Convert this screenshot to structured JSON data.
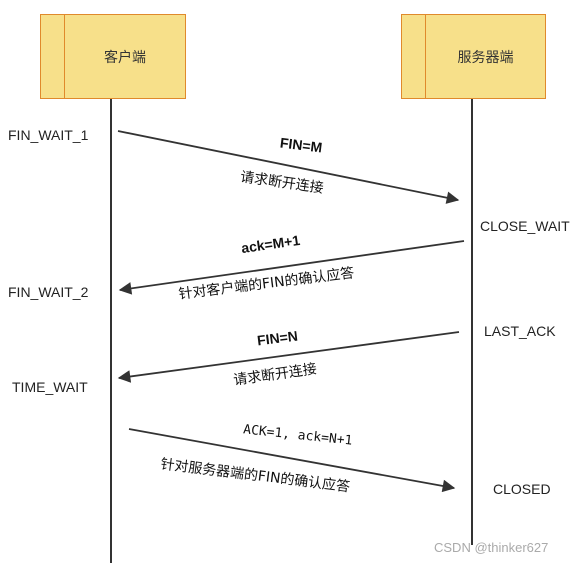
{
  "actors": {
    "client": "客户端",
    "server": "服务器端"
  },
  "states": {
    "fin_wait_1": "FIN_WAIT_1",
    "close_wait": "CLOSE_WAIT",
    "fin_wait_2": "FIN_WAIT_2",
    "last_ack": "LAST_ACK",
    "time_wait": "TIME_WAIT",
    "closed": "CLOSED"
  },
  "messages": [
    {
      "direction": "client-to-server",
      "signal": "FIN=M",
      "note": "请求断开连接"
    },
    {
      "direction": "server-to-client",
      "signal": "ack=M+1",
      "note": "针对客户端的FIN的确认应答"
    },
    {
      "direction": "server-to-client",
      "signal": "FIN=N",
      "note": "请求断开连接"
    },
    {
      "direction": "client-to-server",
      "signal": "ACK=1, ack=N+1",
      "note": "针对服务器端的FIN的确认应答"
    }
  ],
  "watermark": "CSDN @thinker627",
  "colors": {
    "actor_fill": "#f7e08a",
    "actor_border": "#e08a2c",
    "line": "#333333"
  }
}
